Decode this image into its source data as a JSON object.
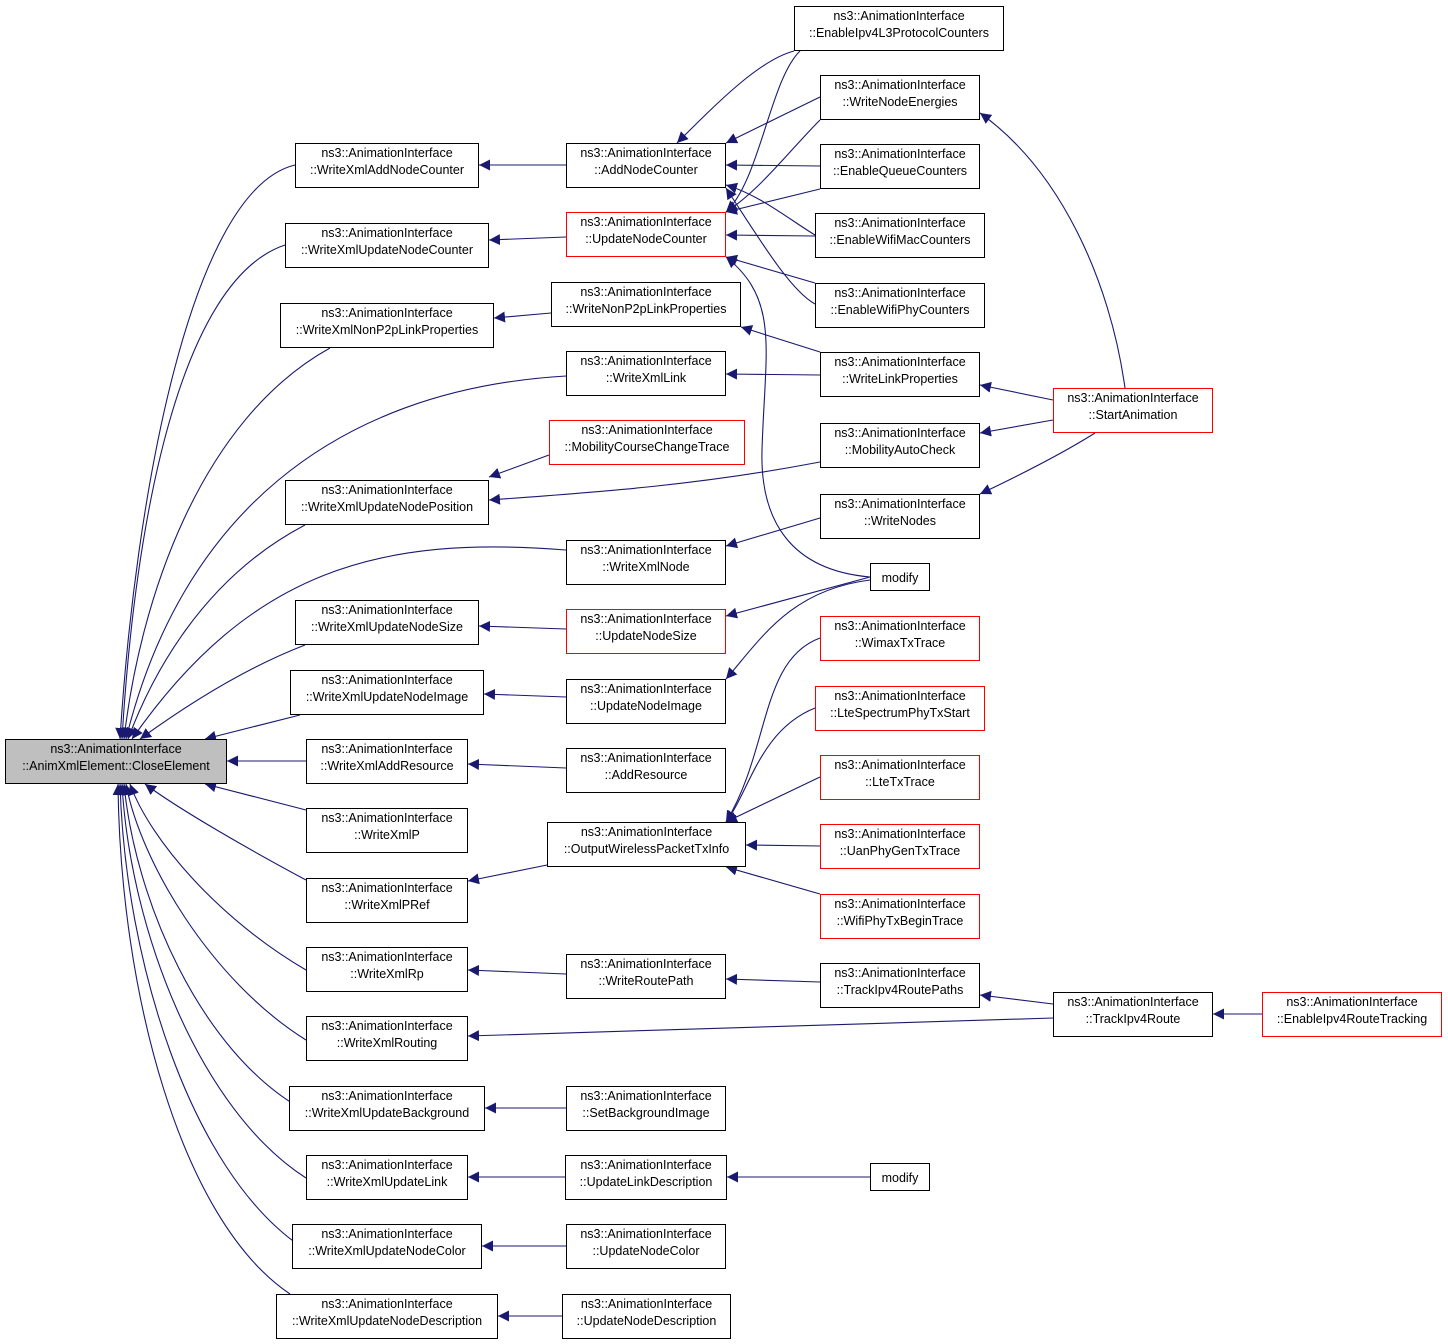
{
  "diagram": {
    "edge_color": "#191970",
    "red_border_color": "#ff0000",
    "focus_fill": "#bfbfbf",
    "nodes": {
      "closeElement": {
        "l1": "ns3::AnimationInterface",
        "l2": "::AnimXmlElement::CloseElement"
      },
      "writeXmlAddNodeCounter": {
        "l1": "ns3::AnimationInterface",
        "l2": "::WriteXmlAddNodeCounter"
      },
      "writeXmlUpdateNodeCounter": {
        "l1": "ns3::AnimationInterface",
        "l2": "::WriteXmlUpdateNodeCounter"
      },
      "writeXmlNonP2pLinkProperties": {
        "l1": "ns3::AnimationInterface",
        "l2": "::WriteXmlNonP2pLinkProperties"
      },
      "writeXmlUpdateNodePosition": {
        "l1": "ns3::AnimationInterface",
        "l2": "::WriteXmlUpdateNodePosition"
      },
      "writeXmlUpdateNodeSize": {
        "l1": "ns3::AnimationInterface",
        "l2": "::WriteXmlUpdateNodeSize"
      },
      "writeXmlUpdateNodeImage": {
        "l1": "ns3::AnimationInterface",
        "l2": "::WriteXmlUpdateNodeImage"
      },
      "writeXmlAddResource": {
        "l1": "ns3::AnimationInterface",
        "l2": "::WriteXmlAddResource"
      },
      "writeXmlP": {
        "l1": "ns3::AnimationInterface",
        "l2": "::WriteXmlP"
      },
      "writeXmlPRef": {
        "l1": "ns3::AnimationInterface",
        "l2": "::WriteXmlPRef"
      },
      "writeXmlRp": {
        "l1": "ns3::AnimationInterface",
        "l2": "::WriteXmlRp"
      },
      "writeXmlRouting": {
        "l1": "ns3::AnimationInterface",
        "l2": "::WriteXmlRouting"
      },
      "writeXmlUpdateBackground": {
        "l1": "ns3::AnimationInterface",
        "l2": "::WriteXmlUpdateBackground"
      },
      "writeXmlUpdateLink": {
        "l1": "ns3::AnimationInterface",
        "l2": "::WriteXmlUpdateLink"
      },
      "writeXmlUpdateNodeColor": {
        "l1": "ns3::AnimationInterface",
        "l2": "::WriteXmlUpdateNodeColor"
      },
      "writeXmlUpdateNodeDescription": {
        "l1": "ns3::AnimationInterface",
        "l2": "::WriteXmlUpdateNodeDescription"
      },
      "addNodeCounter": {
        "l1": "ns3::AnimationInterface",
        "l2": "::AddNodeCounter"
      },
      "updateNodeCounter": {
        "l1": "ns3::AnimationInterface",
        "l2": "::UpdateNodeCounter"
      },
      "writeNonP2pLinkProperties": {
        "l1": "ns3::AnimationInterface",
        "l2": "::WriteNonP2pLinkProperties"
      },
      "writeXmlLink": {
        "l1": "ns3::AnimationInterface",
        "l2": "::WriteXmlLink"
      },
      "mobilityCourseChangeTrace": {
        "l1": "ns3::AnimationInterface",
        "l2": "::MobilityCourseChangeTrace"
      },
      "writeXmlNode": {
        "l1": "ns3::AnimationInterface",
        "l2": "::WriteXmlNode"
      },
      "updateNodeSize": {
        "l1": "ns3::AnimationInterface",
        "l2": "::UpdateNodeSize"
      },
      "updateNodeImage": {
        "l1": "ns3::AnimationInterface",
        "l2": "::UpdateNodeImage"
      },
      "addResource": {
        "l1": "ns3::AnimationInterface",
        "l2": "::AddResource"
      },
      "outputWirelessPacketTxInfo": {
        "l1": "ns3::AnimationInterface",
        "l2": "::OutputWirelessPacketTxInfo"
      },
      "writeRoutePath": {
        "l1": "ns3::AnimationInterface",
        "l2": "::WriteRoutePath"
      },
      "setBackgroundImage": {
        "l1": "ns3::AnimationInterface",
        "l2": "::SetBackgroundImage"
      },
      "updateLinkDescription": {
        "l1": "ns3::AnimationInterface",
        "l2": "::UpdateLinkDescription"
      },
      "updateNodeColor": {
        "l1": "ns3::AnimationInterface",
        "l2": "::UpdateNodeColor"
      },
      "updateNodeDescription": {
        "l1": "ns3::AnimationInterface",
        "l2": "::UpdateNodeDescription"
      },
      "enableIpv4L3ProtocolCounters": {
        "l1": "ns3::AnimationInterface",
        "l2": "::EnableIpv4L3ProtocolCounters"
      },
      "writeNodeEnergies": {
        "l1": "ns3::AnimationInterface",
        "l2": "::WriteNodeEnergies"
      },
      "enableQueueCounters": {
        "l1": "ns3::AnimationInterface",
        "l2": "::EnableQueueCounters"
      },
      "enableWifiMacCounters": {
        "l1": "ns3::AnimationInterface",
        "l2": "::EnableWifiMacCounters"
      },
      "enableWifiPhyCounters": {
        "l1": "ns3::AnimationInterface",
        "l2": "::EnableWifiPhyCounters"
      },
      "writeLinkProperties": {
        "l1": "ns3::AnimationInterface",
        "l2": "::WriteLinkProperties"
      },
      "mobilityAutoCheck": {
        "l1": "ns3::AnimationInterface",
        "l2": "::MobilityAutoCheck"
      },
      "writeNodes": {
        "l1": "ns3::AnimationInterface",
        "l2": "::WriteNodes"
      },
      "modify1": {
        "l1": "modify"
      },
      "wimaxTxTrace": {
        "l1": "ns3::AnimationInterface",
        "l2": "::WimaxTxTrace"
      },
      "lteSpectrumPhyTxStart": {
        "l1": "ns3::AnimationInterface",
        "l2": "::LteSpectrumPhyTxStart"
      },
      "lteTxTrace": {
        "l1": "ns3::AnimationInterface",
        "l2": "::LteTxTrace"
      },
      "uanPhyGenTxTrace": {
        "l1": "ns3::AnimationInterface",
        "l2": "::UanPhyGenTxTrace"
      },
      "wifiPhyTxBeginTrace": {
        "l1": "ns3::AnimationInterface",
        "l2": "::WifiPhyTxBeginTrace"
      },
      "trackIpv4RoutePaths": {
        "l1": "ns3::AnimationInterface",
        "l2": "::TrackIpv4RoutePaths"
      },
      "modify2": {
        "l1": "modify"
      },
      "startAnimation": {
        "l1": "ns3::AnimationInterface",
        "l2": "::StartAnimation"
      },
      "trackIpv4Route": {
        "l1": "ns3::AnimationInterface",
        "l2": "::TrackIpv4Route"
      },
      "enableIpv4RouteTracking": {
        "l1": "ns3::AnimationInterface",
        "l2": "::EnableIpv4RouteTracking"
      }
    }
  }
}
